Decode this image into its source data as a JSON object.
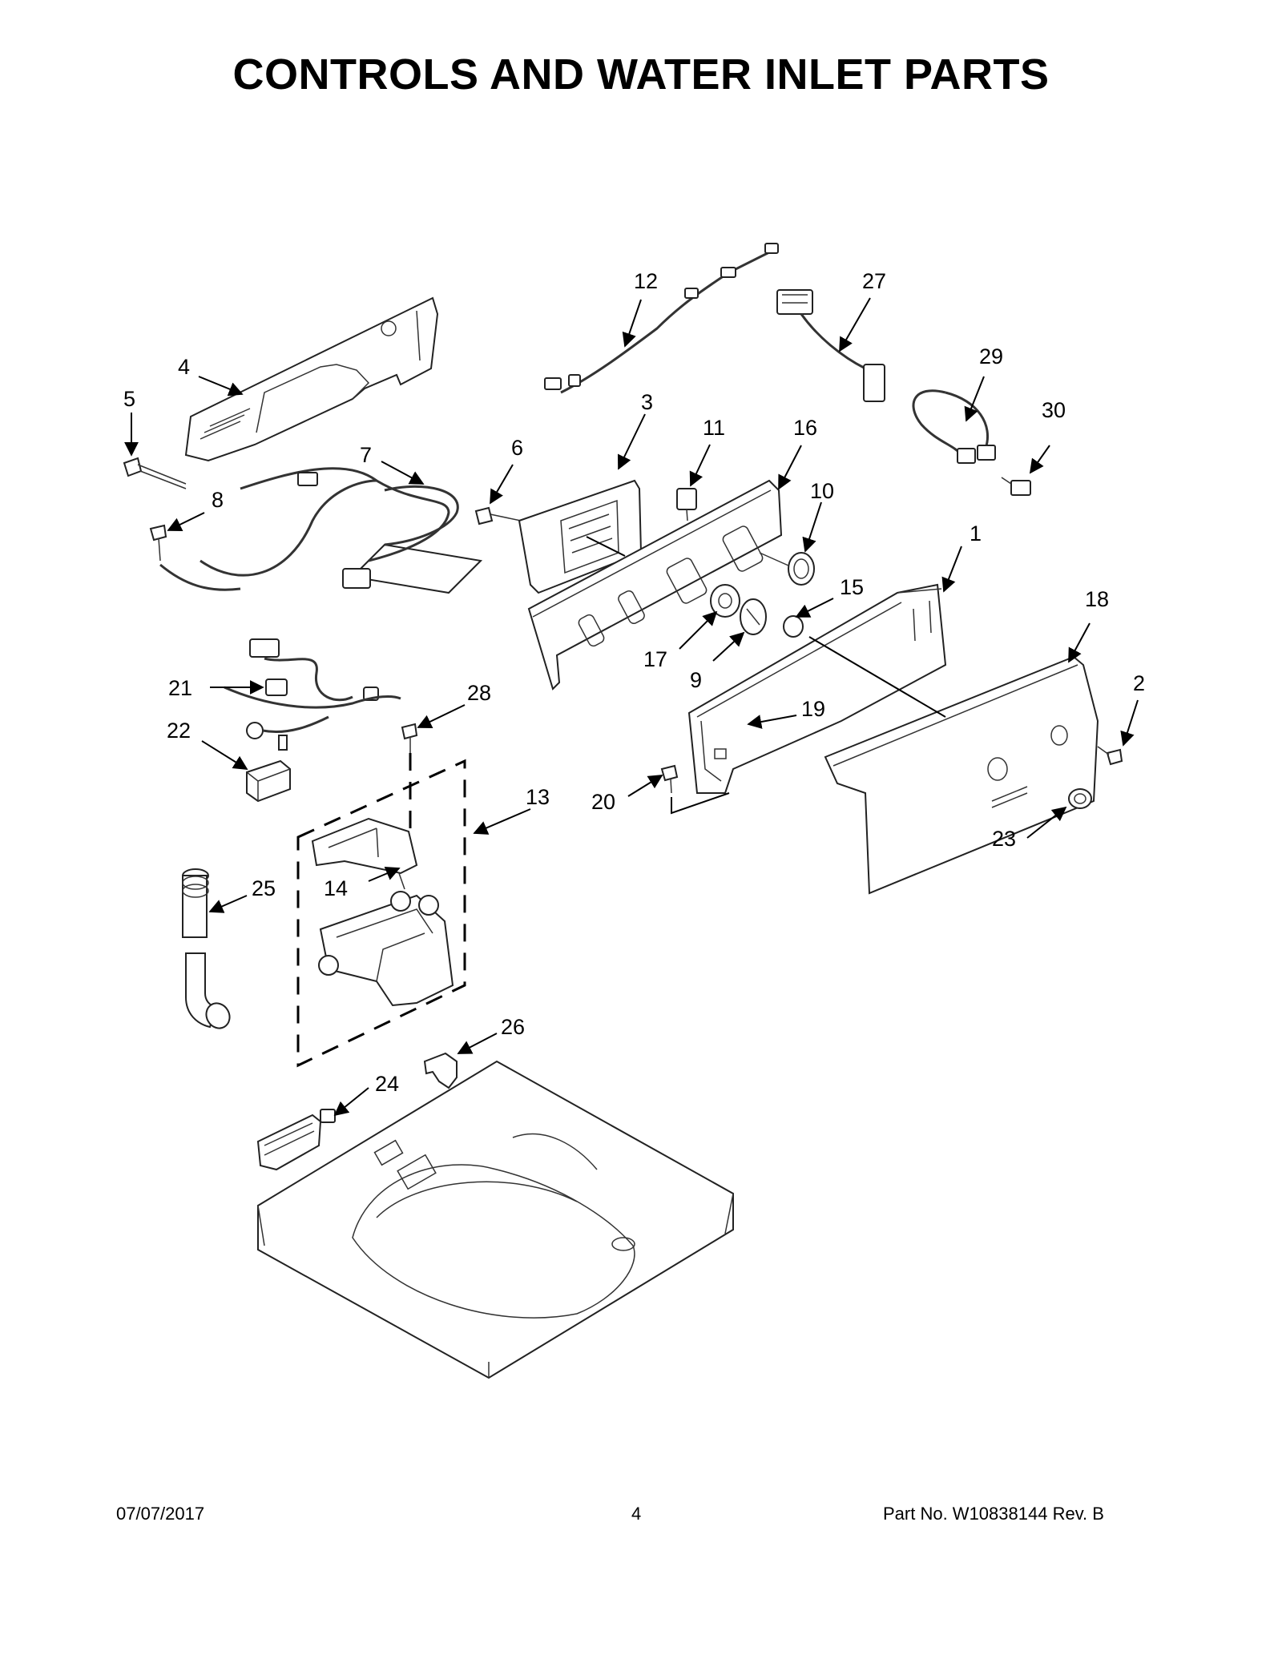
{
  "title": "CONTROLS AND WATER INLET PARTS",
  "footer": {
    "date": "07/07/2017",
    "page": "4",
    "part_no": "Part No.  W10838144  Rev.  B"
  },
  "callouts": [
    "1",
    "2",
    "3",
    "4",
    "5",
    "6",
    "7",
    "8",
    "9",
    "10",
    "11",
    "12",
    "13",
    "14",
    "15",
    "16",
    "17",
    "18",
    "19",
    "20",
    "21",
    "22",
    "23",
    "24",
    "25",
    "26",
    "27",
    "28",
    "29",
    "30"
  ]
}
